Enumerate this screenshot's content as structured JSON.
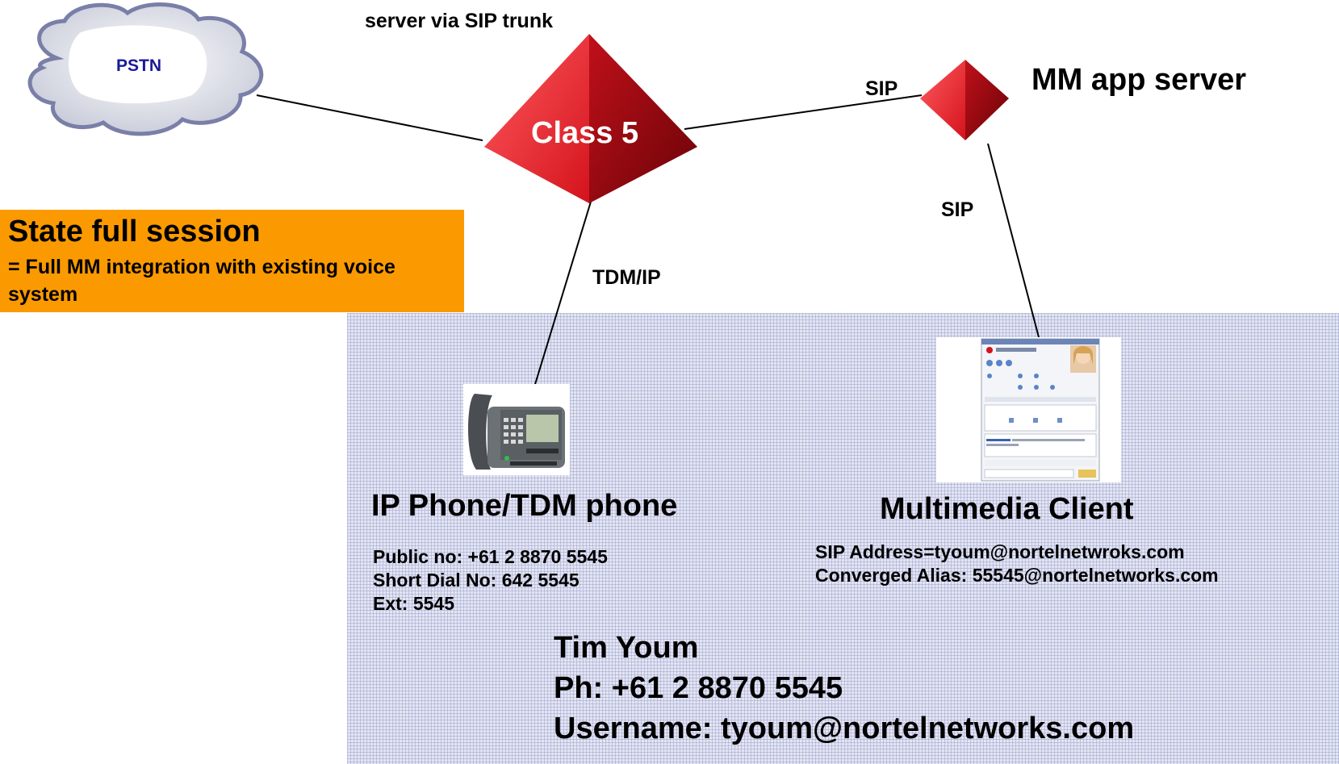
{
  "diagram": {
    "top_caption": "server via SIP  trunk",
    "pstn_label": "PSTN",
    "class5_label": "Class 5",
    "mm_server_label": "MM app server",
    "link_labels": {
      "sip_top": "SIP",
      "sip_right": "SIP",
      "tdm_ip": "TDM/IP"
    },
    "state_box": {
      "title": "State full session",
      "description": "= Full MM integration with existing voice system"
    },
    "phone": {
      "title": "IP Phone/TDM phone",
      "details": [
        "Public no: +61 2 8870 5545",
        "Short Dial No: 642 5545",
        "Ext: 5545"
      ]
    },
    "mm_client": {
      "title": "Multimedia Client",
      "details": [
        "SIP Address=tyoum@nortelnetwroks.com",
        "Converged Alias: 55545@nortelnetworks.com"
      ]
    },
    "user": {
      "lines": [
        "Tim Youm",
        "Ph: +61 2 8870 5545",
        "Username: tyoum@nortelnetworks.com"
      ]
    }
  },
  "colors": {
    "state_box": "#fb9a00",
    "pyramid_red": "#d4131c",
    "pstn_text": "#1a1a9a",
    "user_area": "#e3e5f3"
  }
}
